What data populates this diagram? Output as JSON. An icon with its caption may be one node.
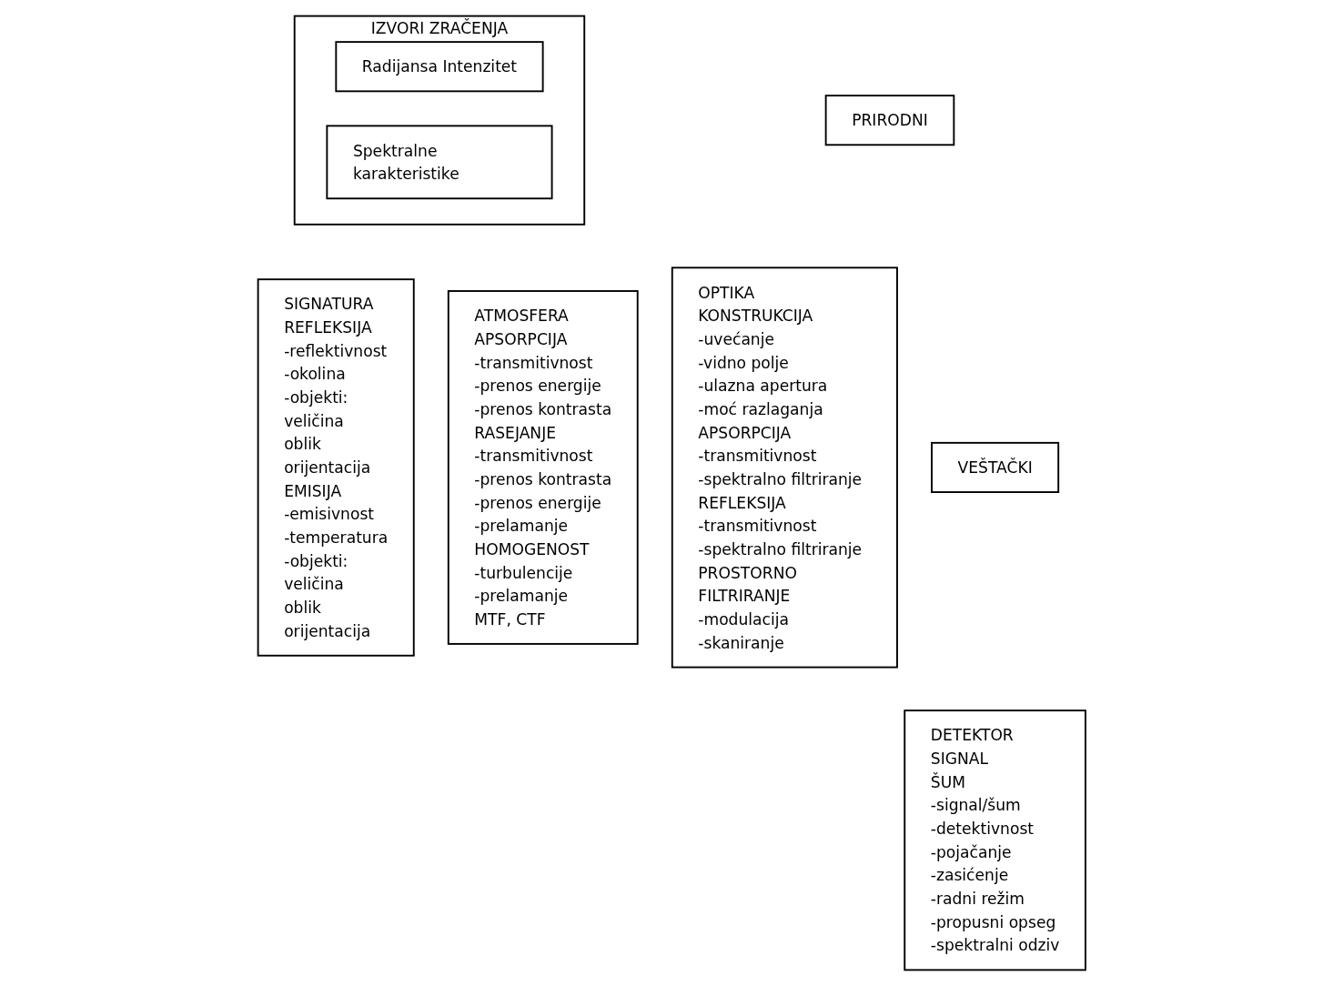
{
  "diagram": {
    "nodes": [
      {
        "text": [
          "IZVORI ZRAČENJA"
        ]
      },
      {
        "text": [
          "Radijansa Intenzitet"
        ],
        "in": 0
      },
      {
        "text": [
          "Spektralne karakteristike"
        ],
        "in": 0
      },
      {
        "text": [
          "PRIRODNI"
        ]
      },
      {
        "text": [
          "VEŠTAČKI"
        ]
      },
      {
        "text": [
          "SIGNATURA",
          "REFLEKSIJA",
          "-reflektivnost",
          "-okolina",
          "-objekti:",
          "veličina",
          "oblik",
          "orijentacija",
          "EMISIJA",
          "-emisivnost",
          "-temperatura",
          "-objekti:",
          "veličina",
          "oblik",
          "orijentacija"
        ]
      },
      {
        "text": [
          "ATMOSFERA",
          "APSORPCIJA",
          "-transmitivnost",
          "-prenos energije",
          "-prenos kontrasta",
          "RASEJANJE",
          "-transmitivnost",
          "-prenos kontrasta",
          "-prenos energije",
          "-prelamanje",
          "HOMOGENOST",
          "-turbulencije",
          "-prelamanje",
          "MTF, CTF"
        ]
      },
      {
        "text": [
          "OPTIKA",
          "KONSTRUKCIJA",
          "-uvećanje",
          "-vidno polje",
          "-ulazna apertura",
          "-moć razlaganja",
          "APSORPCIJA",
          "-transmitivnost",
          "-spektralno filtriranje",
          "REFLEKSIJA",
          "-transmitivnost",
          "-spektralno filtriranje",
          "PROSTORNO FILTRIRANJE",
          "-modulacija",
          "-skaniranje"
        ]
      },
      {
        "text": [
          "DETEKTOR",
          "SIGNAL",
          "ŠUM",
          "-signal/šum",
          "-detektivnost",
          "-pojačanje",
          "-zasićenje",
          "-radni režim",
          "-propusni opseg",
          "-spektralni odziv"
        ]
      }
    ],
    "edges": []
  }
}
